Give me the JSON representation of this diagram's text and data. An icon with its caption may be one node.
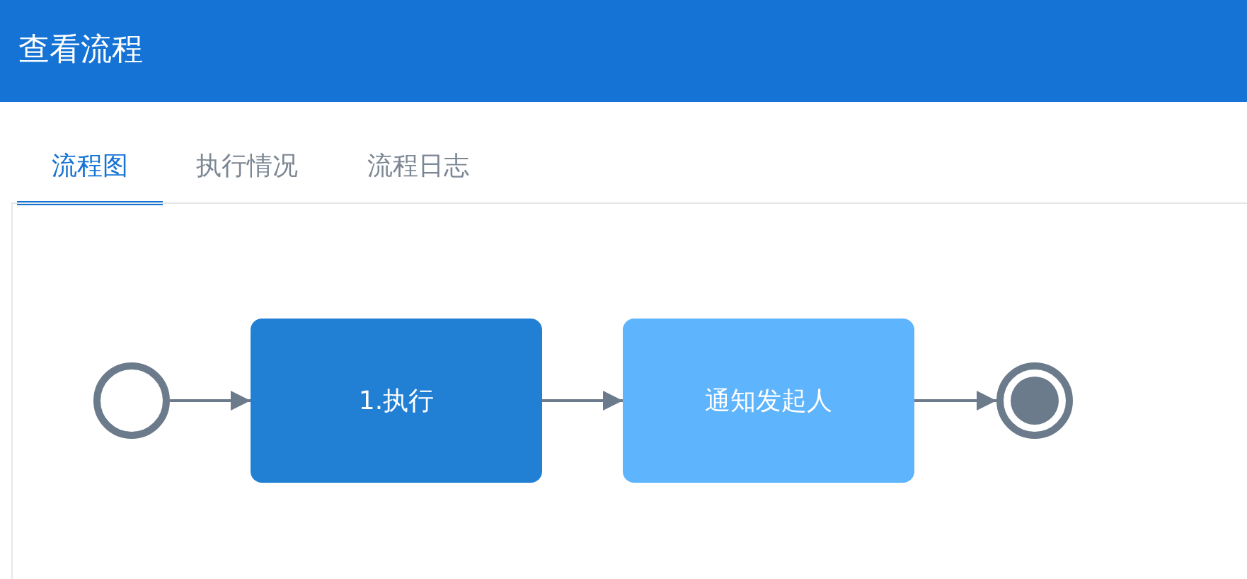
{
  "diagram": {
    "title": "查看流程",
    "nodes": [
      {
        "text": [],
        "shape": "circle"
      },
      {
        "text": [
          "1.执行"
        ]
      },
      {
        "text": [
          "通知发起人"
        ]
      },
      {
        "text": [],
        "shape": "circle"
      }
    ],
    "edges": [
      {
        "from": 0,
        "to": 1,
        "arrow": "to"
      },
      {
        "from": 1,
        "to": 2,
        "arrow": "to"
      },
      {
        "from": 2,
        "to": 3,
        "arrow": "to"
      }
    ],
    "labels": [
      "流程图",
      "执行情况",
      "流程日志"
    ]
  }
}
